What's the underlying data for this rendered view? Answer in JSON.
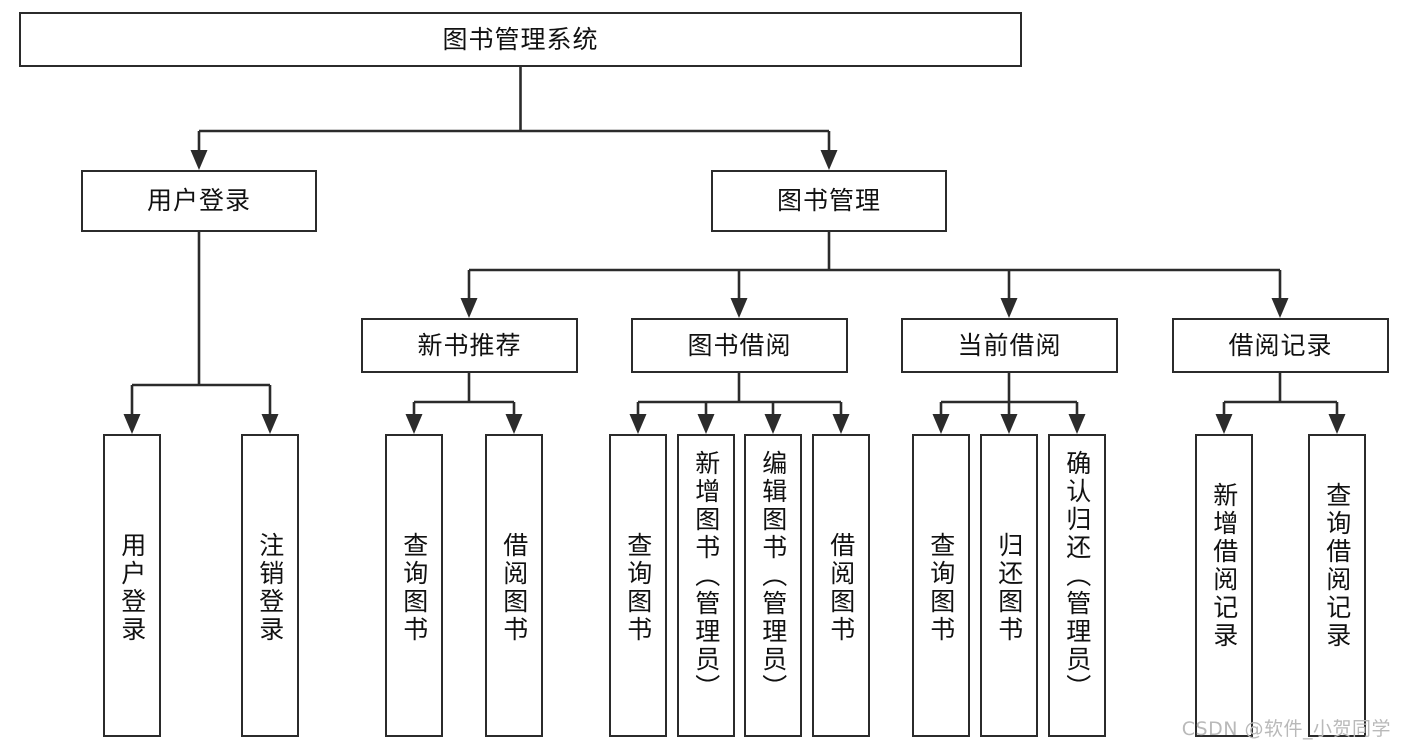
{
  "diagram": {
    "type": "tree",
    "title": "图书管理系统",
    "orientation": "top-down",
    "watermark": "CSDN @软件_小贺同学",
    "colors": {
      "stroke": "#2b2b2b",
      "fill": "#ffffff",
      "text": "#111111",
      "watermark": "#b9b9b9"
    }
  },
  "nodes": {
    "root": {
      "label": "图书管理系统"
    },
    "level1": [
      {
        "id": "user-login",
        "label": "用户登录"
      },
      {
        "id": "book-manage",
        "label": "图书管理"
      }
    ],
    "level2": [
      {
        "id": "new-book-recommend",
        "label": "新书推荐",
        "parent": "book-manage"
      },
      {
        "id": "book-borrow",
        "label": "图书借阅",
        "parent": "book-manage"
      },
      {
        "id": "current-borrow",
        "label": "当前借阅",
        "parent": "book-manage"
      },
      {
        "id": "borrow-record",
        "label": "借阅记录",
        "parent": "book-manage"
      }
    ],
    "leaves": [
      {
        "id": "leaf-user-login",
        "label": "用户登录",
        "parent": "user-login"
      },
      {
        "id": "leaf-user-logout",
        "label": "注销登录",
        "parent": "user-login"
      },
      {
        "id": "leaf-query-book-1",
        "label": "查询图书",
        "parent": "new-book-recommend"
      },
      {
        "id": "leaf-borrow-book-1",
        "label": "借阅图书",
        "parent": "new-book-recommend"
      },
      {
        "id": "leaf-query-book-2",
        "label": "查询图书",
        "parent": "book-borrow"
      },
      {
        "id": "leaf-add-book",
        "label": "新增图书（管理员）",
        "parent": "book-borrow"
      },
      {
        "id": "leaf-edit-book",
        "label": "编辑图书（管理员）",
        "parent": "book-borrow"
      },
      {
        "id": "leaf-borrow-book-2",
        "label": "借阅图书",
        "parent": "book-borrow"
      },
      {
        "id": "leaf-query-book-3",
        "label": "查询图书",
        "parent": "current-borrow"
      },
      {
        "id": "leaf-return-book",
        "label": "归还图书",
        "parent": "current-borrow"
      },
      {
        "id": "leaf-confirm-return",
        "label": "确认归还（管理员）",
        "parent": "current-borrow"
      },
      {
        "id": "leaf-add-record",
        "label": "新增借阅记录",
        "parent": "borrow-record"
      },
      {
        "id": "leaf-query-record",
        "label": "查询借阅记录",
        "parent": "borrow-record"
      }
    ]
  }
}
